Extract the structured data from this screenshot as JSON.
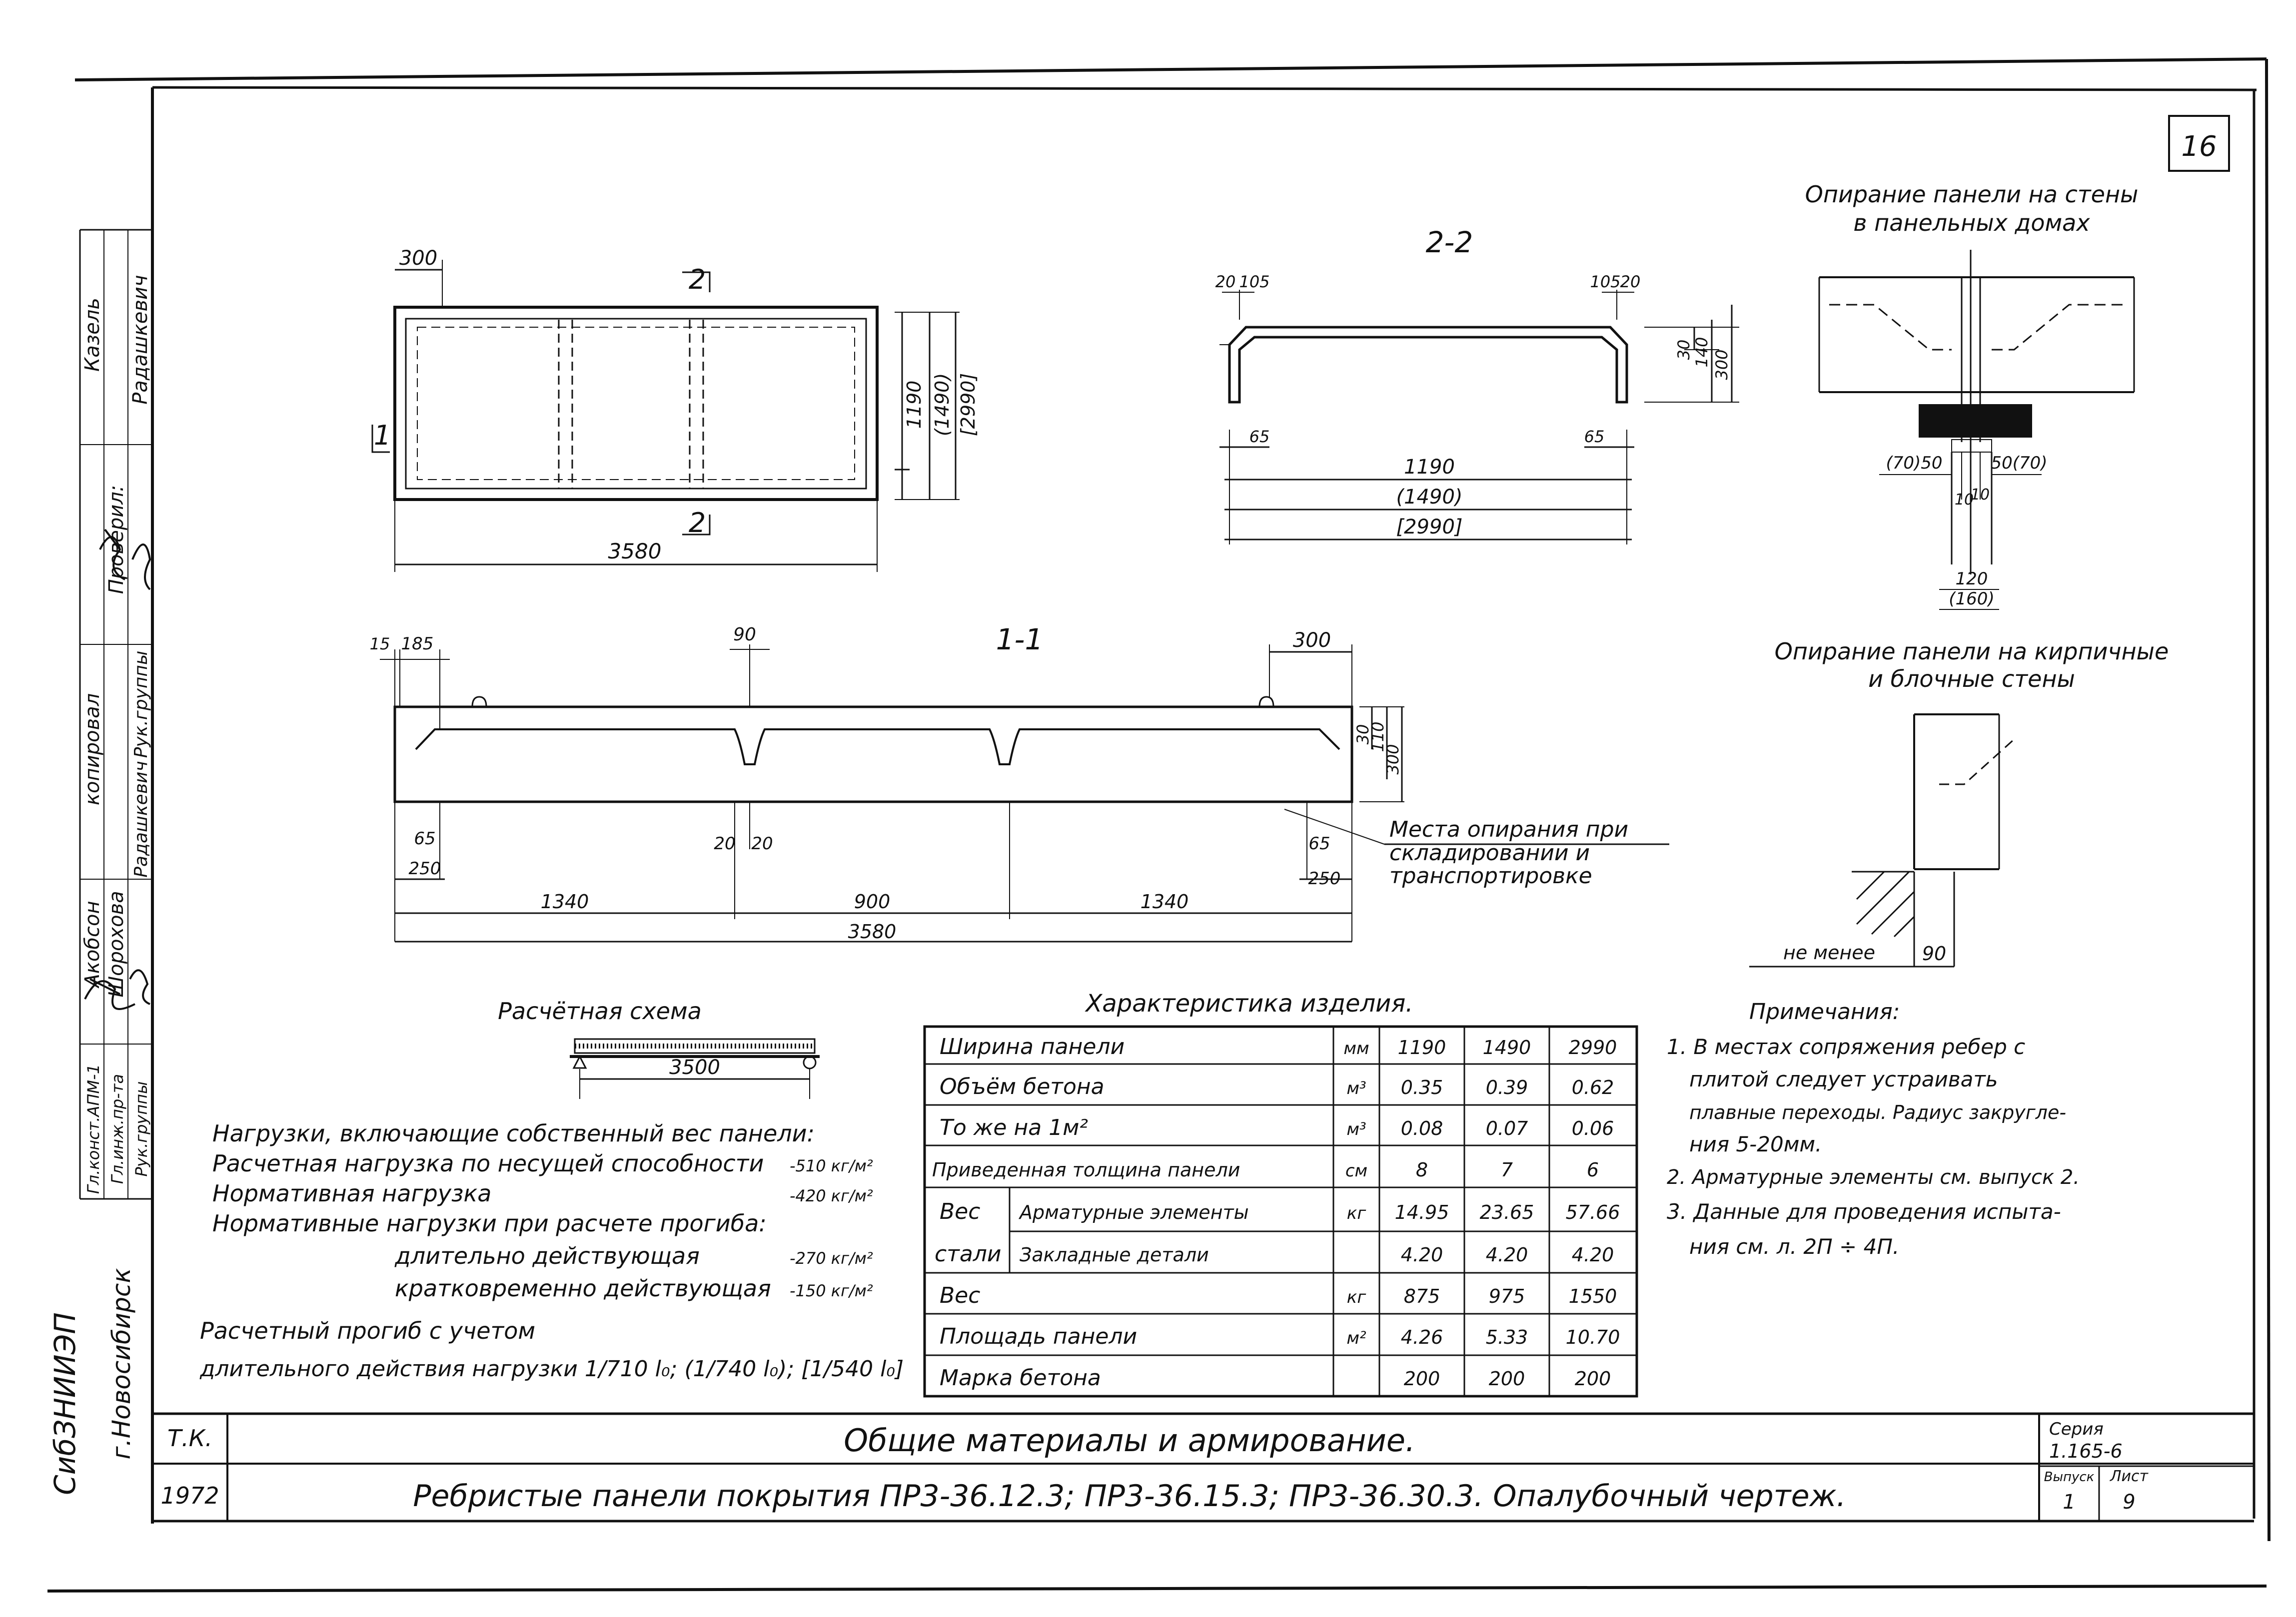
{
  "sheet_number": "16",
  "stamp": {
    "org": "СибЗНИИЭП",
    "city": "г.Новосибирск",
    "roles_upper": [
      "Проверил:",
      "копировал",
      "Акобсон",
      "Гл.конст.АПМ-1"
    ],
    "roles_lower": [
      "Радашкевич",
      "Рук.группы",
      "Радашкевич",
      "Рук.группы",
      "Шорохова",
      "Гл.инж.пр-та"
    ],
    "name_top": "Казель"
  },
  "plan": {
    "dim_300": "300",
    "dim_length": "3580",
    "cut_2": "2",
    "cut_1": "1",
    "dim_1190": "1190",
    "dim_1490": "(1490)",
    "dim_2990": "[2990]"
  },
  "section22": {
    "title": "2-2",
    "d20": "20",
    "d105": "105",
    "d105r": "105",
    "d20r": "20",
    "d30": "30",
    "d140": "140",
    "d300": "300",
    "d65l": "65",
    "d65r": "65",
    "w1190": "1190",
    "w1490": "(1490)",
    "w2990": "[2990]"
  },
  "section11": {
    "title": "1-1",
    "d15": "15",
    "d185": "185",
    "d90": "90",
    "d300": "300",
    "d30": "30",
    "d110": "110",
    "d300h": "300",
    "d65l": "65",
    "d250l": "250",
    "d20a": "20",
    "d20b": "20",
    "d65r": "65",
    "d250r": "250",
    "s1340a": "1340",
    "s900": "900",
    "s1340b": "1340",
    "total": "3580",
    "note": [
      "Места опирания при",
      "складировании и",
      "транспортировке"
    ]
  },
  "support_panel": {
    "title": [
      "Опирание панели на стены",
      "в панельных домах"
    ],
    "d70_50": "(70)50",
    "d50_70": "50(70)",
    "d10a": "10",
    "d10b": "10",
    "d120": "120",
    "d160": "(160)"
  },
  "support_brick": {
    "title": [
      "Опирание панели на кирпичные",
      "и блочные стены"
    ],
    "min_label": "не менее",
    "min_value": "90"
  },
  "calc_scheme": {
    "title": "Расчётная схема",
    "span": "3500"
  },
  "loads": {
    "heading": "Нагрузки, включающие собственный вес панели:",
    "rows": [
      {
        "label": "Расчетная нагрузка по несущей способности",
        "value": "-510 кг/м²"
      },
      {
        "label": "Нормативная нагрузка",
        "value": "-420 кг/м²"
      },
      {
        "label": "Нормативные  нагрузки при расчете прогиба:",
        "value": ""
      },
      {
        "label": "длительно действующая",
        "value": "-270 кг/м²"
      },
      {
        "label": "кратковременно действующая",
        "value": "-150 кг/м²"
      }
    ],
    "deflection_line1": "Расчетный  прогиб с учетом",
    "deflection_line2": "длительного  действия нагрузки 1/710 l₀; (1/740 l₀); [1/540 l₀]"
  },
  "table": {
    "title": "Характеристика    изделия.",
    "rows": [
      {
        "name": "Ширина   панели",
        "unit": "мм",
        "v": [
          "1190",
          "1490",
          "2990"
        ]
      },
      {
        "name": "Объём    бетона",
        "unit": "м³",
        "v": [
          "0.35",
          "0.39",
          "0.62"
        ]
      },
      {
        "name": "То же   на 1м²",
        "unit": "м³",
        "v": [
          "0.08",
          "0.07",
          "0.06"
        ]
      },
      {
        "name": "Приведенная толщина панели",
        "unit": "см",
        "v": [
          "8",
          "7",
          "6"
        ]
      }
    ],
    "steel_label_1": "Вес",
    "steel_label_2": "стали",
    "steel_unit": "кг",
    "steel_rows": [
      {
        "name": "Арматурные элементы",
        "v": [
          "14.95",
          "23.65",
          "57.66"
        ]
      },
      {
        "name": "Закладные детали",
        "v": [
          "4.20",
          "4.20",
          "4.20"
        ]
      }
    ],
    "rows2": [
      {
        "name": "Вес",
        "unit": "кг",
        "v": [
          "875",
          "975",
          "1550"
        ]
      },
      {
        "name": "Площадь   панели",
        "unit": "м²",
        "v": [
          "4.26",
          "5.33",
          "10.70"
        ]
      },
      {
        "name": "Марка  бетона",
        "unit": "",
        "v": [
          "200",
          "200",
          "200"
        ]
      }
    ]
  },
  "notes": {
    "heading": "Примечания:",
    "lines": [
      "1. В местах  сопряжения ребер с",
      "плитой следует устраивать",
      "плавные переходы. Радиус закругле-",
      "ния 5-20мм.",
      "2. Арматурные элементы см. выпуск 2.",
      "3. Данные для проведения испыта-",
      "ния см. л. 2П ÷ 4П."
    ]
  },
  "title_block": {
    "row1_left": "Т.К.",
    "row1_title": "Общие    материалы    и    армирование.",
    "series_label": "Серия",
    "series_value": "1.165-6",
    "row2_left": "1972",
    "row2_title": "Ребристые  панели  покрытия  ПР3-36.12.3; ПР3-36.15.3; ПР3-36.30.3.   Опалубочный  чертеж.",
    "issue_label": "Выпуск",
    "issue_value": "1",
    "sheet_label": "Лист",
    "sheet_value": "9"
  }
}
